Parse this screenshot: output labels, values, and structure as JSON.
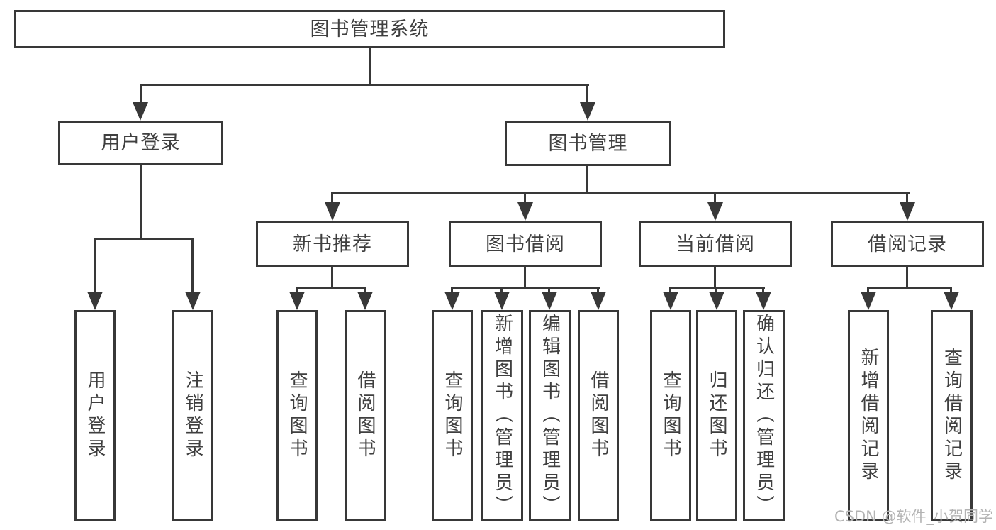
{
  "colors": {
    "line": "#383838",
    "text": "#3f3f3f",
    "box_background": "#ffffff",
    "page_background": "#ffffff",
    "watermark": "#b3b3b3"
  },
  "watermark": {
    "text": "CSDN @软件_小贺同学"
  },
  "diagram": {
    "type": "hierarchy-tree",
    "root": {
      "label": "图书管理系统"
    },
    "branches": [
      {
        "label": "用户登录",
        "children": [
          {
            "label": "用户登录"
          },
          {
            "label": "注销登录"
          }
        ]
      },
      {
        "label": "图书管理",
        "groups": [
          {
            "label": "新书推荐",
            "children": [
              {
                "label": "查询图书"
              },
              {
                "label": "借阅图书"
              }
            ]
          },
          {
            "label": "图书借阅",
            "children": [
              {
                "label": "查询图书"
              },
              {
                "label": "新增图书（管理员）"
              },
              {
                "label": "编辑图书（管理员）"
              },
              {
                "label": "借阅图书"
              }
            ]
          },
          {
            "label": "当前借阅",
            "children": [
              {
                "label": "查询图书"
              },
              {
                "label": "归还图书"
              },
              {
                "label": "确认归还（管理员）"
              }
            ]
          },
          {
            "label": "借阅记录",
            "children": [
              {
                "label": "新增借阅记录"
              },
              {
                "label": "查询借阅记录"
              }
            ]
          }
        ]
      }
    ]
  }
}
